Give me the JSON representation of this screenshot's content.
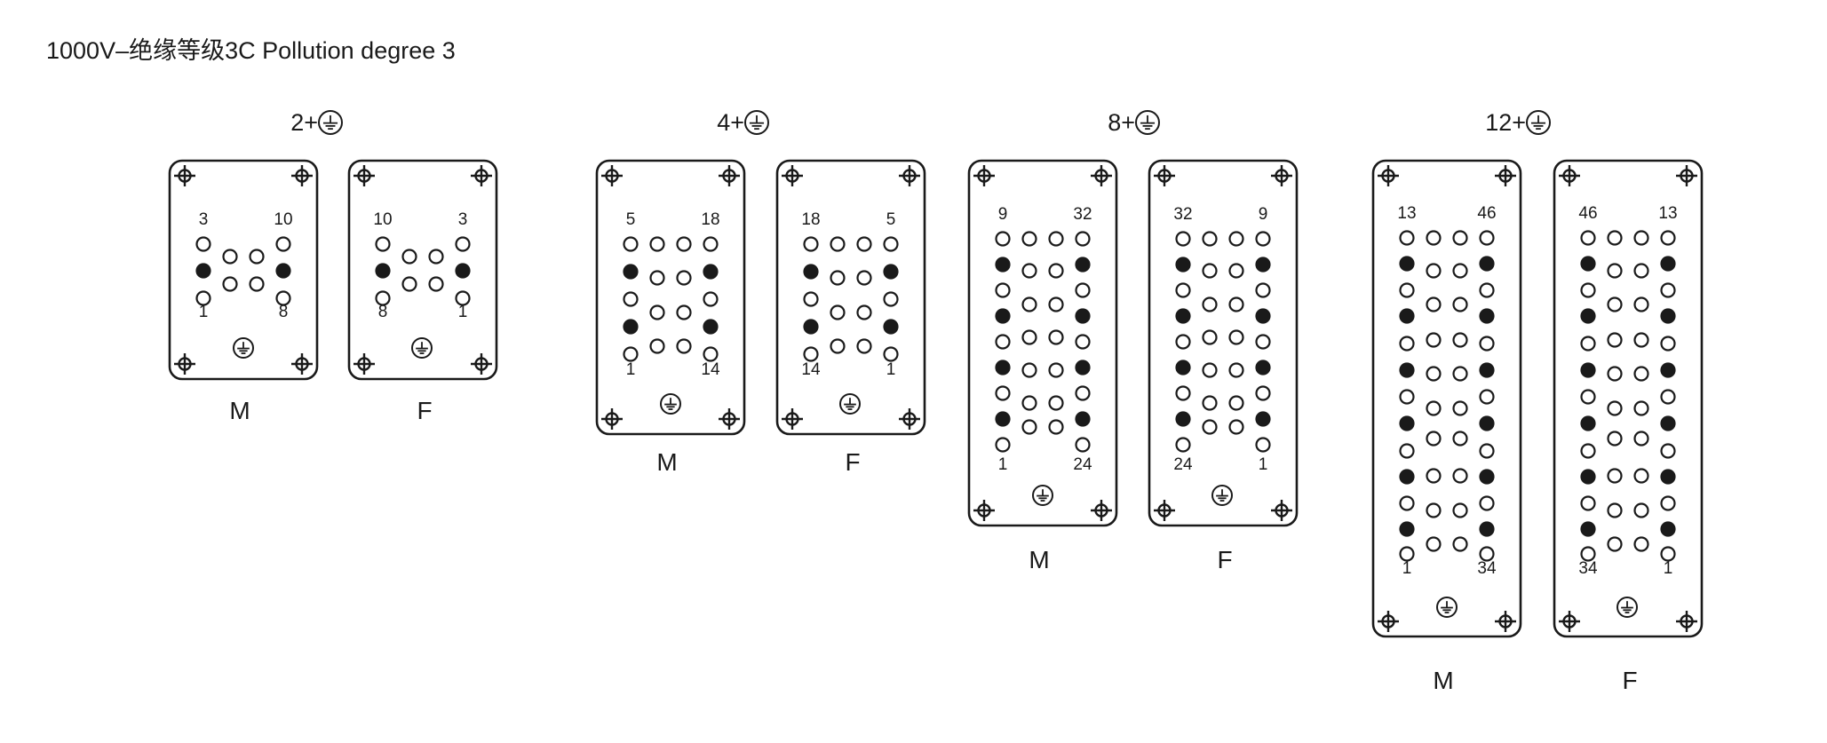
{
  "title": "1000V–绝缘等级3C Pollution degree 3",
  "colors": {
    "ink": "#1a1a1a",
    "paper": "#ffffff"
  },
  "icons": {
    "earth": "earth-ground-icon",
    "screw": "screw-crosshair-icon"
  },
  "groups": [
    {
      "heading_prefix": "2+",
      "variants": [
        {
          "label": "M",
          "pin_labels": {
            "top_left": "3",
            "top_right": "10",
            "bottom_left": "1",
            "bottom_right": "8"
          }
        },
        {
          "label": "F",
          "pin_labels": {
            "top_left": "10",
            "top_right": "3",
            "bottom_left": "8",
            "bottom_right": "1"
          }
        }
      ]
    },
    {
      "heading_prefix": "4+",
      "variants": [
        {
          "label": "M",
          "pin_labels": {
            "top_left": "5",
            "top_right": "18",
            "bottom_left": "1",
            "bottom_right": "14"
          }
        },
        {
          "label": "F",
          "pin_labels": {
            "top_left": "18",
            "top_right": "5",
            "bottom_left": "14",
            "bottom_right": "1"
          }
        }
      ]
    },
    {
      "heading_prefix": "8+",
      "variants": [
        {
          "label": "M",
          "pin_labels": {
            "top_left": "9",
            "top_right": "32",
            "bottom_left": "1",
            "bottom_right": "24"
          }
        },
        {
          "label": "F",
          "pin_labels": {
            "top_left": "32",
            "top_right": "9",
            "bottom_left": "24",
            "bottom_right": "1"
          }
        }
      ]
    },
    {
      "heading_prefix": "12+",
      "variants": [
        {
          "label": "M",
          "pin_labels": {
            "top_left": "13",
            "top_right": "46",
            "bottom_left": "1",
            "bottom_right": "34"
          }
        },
        {
          "label": "F",
          "pin_labels": {
            "top_left": "46",
            "top_right": "13",
            "bottom_left": "34",
            "bottom_right": "1"
          }
        }
      ]
    }
  ]
}
